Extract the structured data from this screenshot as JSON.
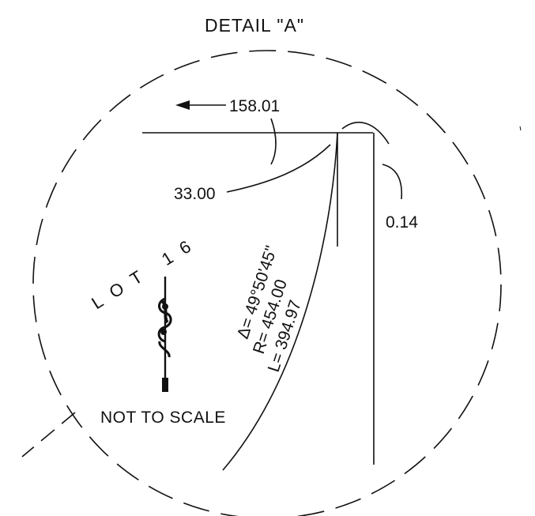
{
  "title": "DETAIL \"A\"",
  "lot_label": "LOT 16",
  "scale_note": "NOT TO SCALE",
  "dimensions": {
    "bearing_distance": "158.01",
    "offset_a": "33.00",
    "offset_b": "0.14"
  },
  "curve": {
    "delta": "Δ= 49°50'45\"",
    "radius": "R= 454.00",
    "length": "L= 394.97"
  },
  "icons": [
    "north-arrow-icon",
    "arrow-left-icon"
  ],
  "colors": {
    "ink": "#111111",
    "paper": "#ffffff"
  }
}
